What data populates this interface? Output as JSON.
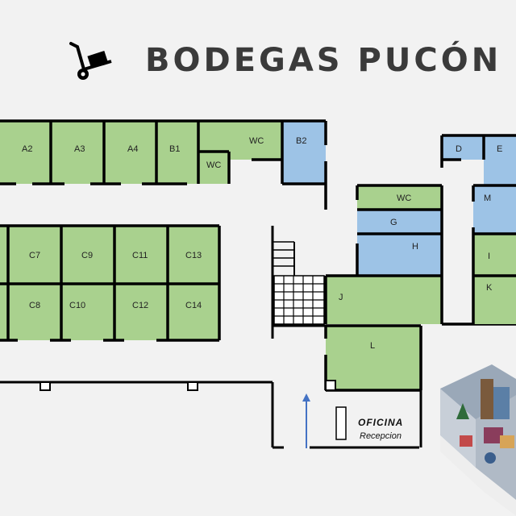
{
  "header": {
    "title": "BODEGAS PUCÓN",
    "logo_icon": "hand-truck-icon"
  },
  "units": {
    "A2": "A2",
    "A3": "A3",
    "A4": "A4",
    "B1": "B1",
    "WC1": "WC",
    "WC2": "WC",
    "B2": "B2",
    "C7": "C7",
    "C9": "C9",
    "C11": "C11",
    "C13": "C13",
    "C8": "C8",
    "C10": "C10",
    "C12": "C12",
    "C14": "C14",
    "WC3": "WC",
    "G": "G",
    "H": "H",
    "J": "J",
    "L": "L",
    "D": "D",
    "E": "E",
    "M": "M",
    "I": "I",
    "K": "K"
  },
  "office": {
    "label": "OFICINA",
    "sub": "Recepcion"
  },
  "colors": {
    "green": "#a9d18e",
    "blue": "#9dc3e6",
    "wall": "#000000",
    "arrow": "#4472c4",
    "background": "#f2f2f2"
  },
  "decor": {
    "storage_illustration": "storage-room-illustration"
  }
}
